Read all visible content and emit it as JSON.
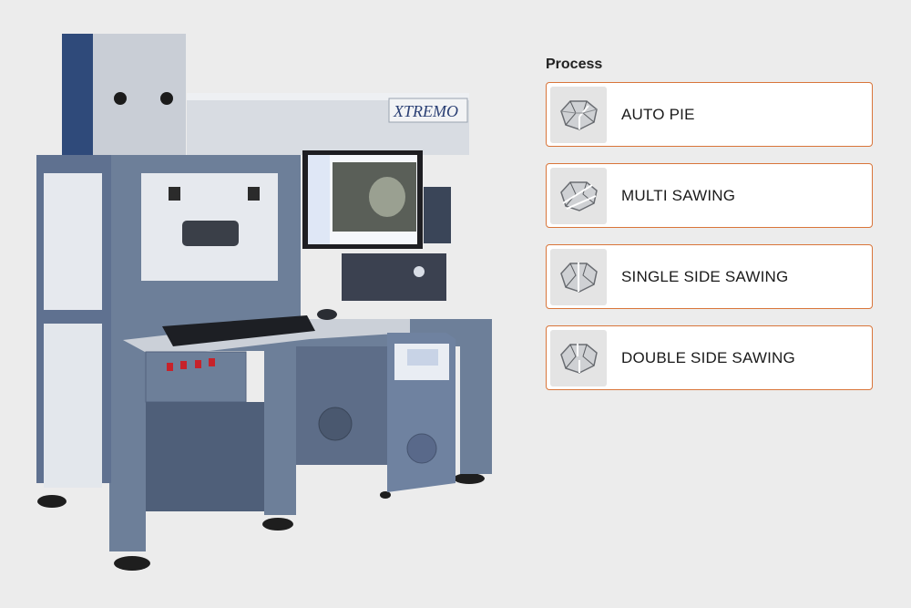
{
  "product_image": {
    "brand_plate": "XTREMO",
    "icon": "laser-sawing-machine-image"
  },
  "process": {
    "heading": "Process",
    "items": [
      {
        "label": "AUTO PIE",
        "icon": "diamond-pie-cut-icon"
      },
      {
        "label": "MULTI SAWING",
        "icon": "diamond-multi-saw-icon"
      },
      {
        "label": "SINGLE SIDE SAWING",
        "icon": "diamond-single-side-saw-icon"
      },
      {
        "label": "DOUBLE SIDE SAWING",
        "icon": "diamond-double-side-saw-icon"
      }
    ]
  },
  "colors": {
    "background": "#ececec",
    "accent_border": "#d9753a",
    "machine_body": "#6d7f99",
    "machine_panel": "#e6e9ee"
  }
}
